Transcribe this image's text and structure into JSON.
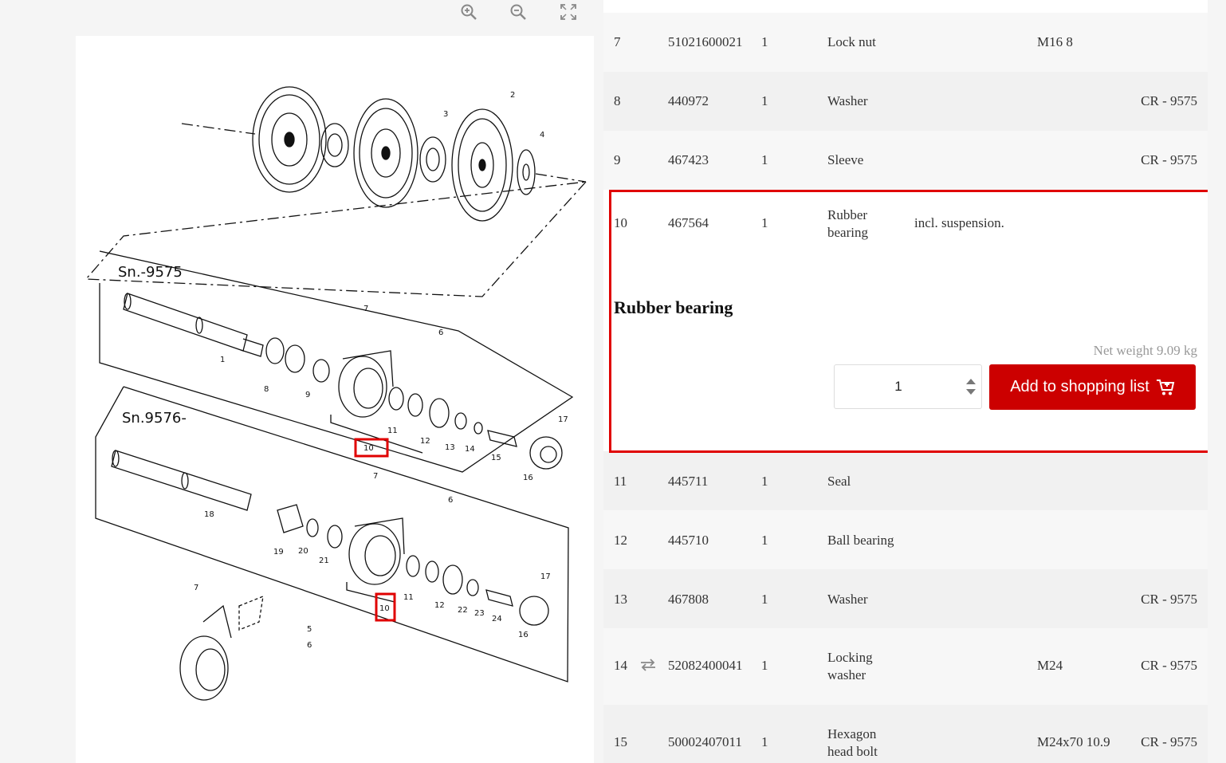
{
  "toolbar": {
    "zoom_in_icon": "zoom-in-icon",
    "zoom_out_icon": "zoom-out-icon",
    "fullscreen_icon": "fullscreen-icon"
  },
  "diagram": {
    "section_a": "Sn.-9575",
    "section_b": "Sn.9576-",
    "callouts": [
      "1",
      "2",
      "3",
      "4",
      "5",
      "6",
      "7",
      "8",
      "9",
      "10",
      "11",
      "12",
      "13",
      "14",
      "15",
      "16",
      "17",
      "18",
      "19",
      "20",
      "21",
      "22",
      "23",
      "24"
    ],
    "highlight_color": "#e00000"
  },
  "parts": [
    {
      "pos": "7",
      "number": "51021600021",
      "qty": "1",
      "name": "Lock nut",
      "dimension": "M16 8",
      "serial": ""
    },
    {
      "pos": "8",
      "number": "440972",
      "qty": "1",
      "name": "Washer",
      "dimension": "",
      "serial": "CR - 9575"
    },
    {
      "pos": "9",
      "number": "467423",
      "qty": "1",
      "name": "Sleeve",
      "dimension": "",
      "serial": "CR - 9575"
    }
  ],
  "selected": {
    "pos": "10",
    "number": "467564",
    "qty": "1",
    "name": "Rubber bearing",
    "note": "incl. suspension.",
    "detail_title": "Rubber bearing",
    "net_weight": "Net weight 9.09 kg",
    "quantity_value": "1",
    "add_button_label": "Add to shopping list",
    "cart_icon": "cart-plus-icon",
    "accent_color": "#cc0000"
  },
  "parts_after": [
    {
      "pos": "11",
      "number": "445711",
      "qty": "1",
      "name": "Seal",
      "dimension": "",
      "serial": "",
      "swap": false
    },
    {
      "pos": "12",
      "number": "445710",
      "qty": "1",
      "name": "Ball bearing",
      "dimension": "",
      "serial": "",
      "swap": false
    },
    {
      "pos": "13",
      "number": "467808",
      "qty": "1",
      "name": "Washer",
      "dimension": "",
      "serial": "CR - 9575",
      "swap": false
    },
    {
      "pos": "14",
      "number": "52082400041",
      "qty": "1",
      "name": "Locking washer",
      "dimension": "M24",
      "serial": "CR - 9575",
      "swap": true
    },
    {
      "pos": "15",
      "number": "50002407011",
      "qty": "1",
      "name": "Hexagon head bolt",
      "dimension": "M24x70 10.9",
      "serial": "CR - 9575",
      "swap": false
    }
  ]
}
